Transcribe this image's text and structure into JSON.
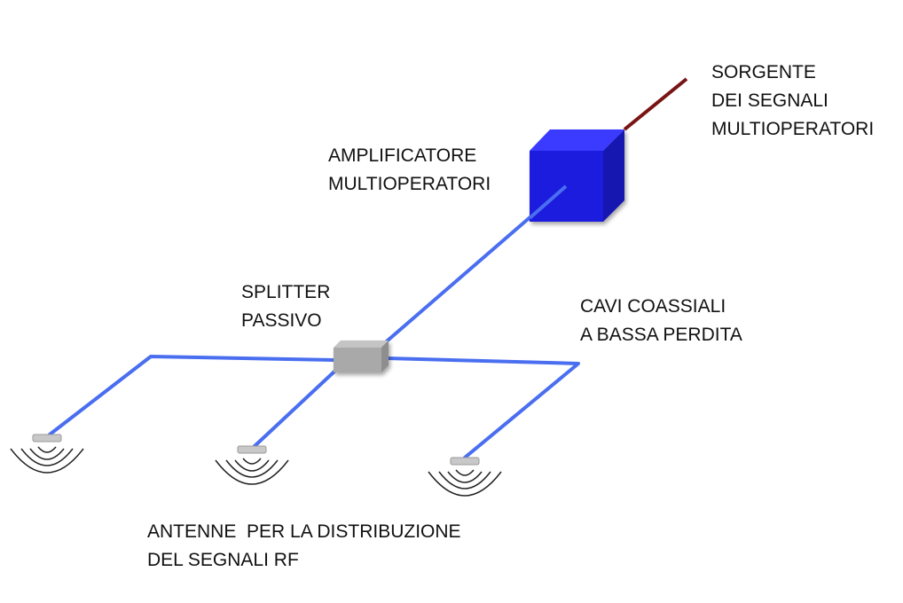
{
  "labels": {
    "source": [
      "SORGENTE",
      "DEI SEGNALI",
      "MULTIOPERATORI"
    ],
    "amplifier": [
      "AMPLIFICATORE",
      "MULTIOPERATORI"
    ],
    "splitter": [
      "SPLITTER",
      "PASSIVO"
    ],
    "cables": [
      "CAVI COASSIALI",
      "A BASSA PERDITA"
    ],
    "antennas": [
      "ANTENNE  PER LA DISTRIBUZIONE",
      "DEL SEGNALI RF"
    ]
  },
  "colors": {
    "cable": "#4a6ef0",
    "source_cable": "#7a1414",
    "amplifier": "#1a1adf",
    "splitter": "#a9a9a9",
    "antenna_waves": "#222222"
  },
  "icons": {
    "amplifier": "amplifier-cube-icon",
    "splitter": "splitter-box-icon",
    "antenna": "antenna-icon"
  }
}
